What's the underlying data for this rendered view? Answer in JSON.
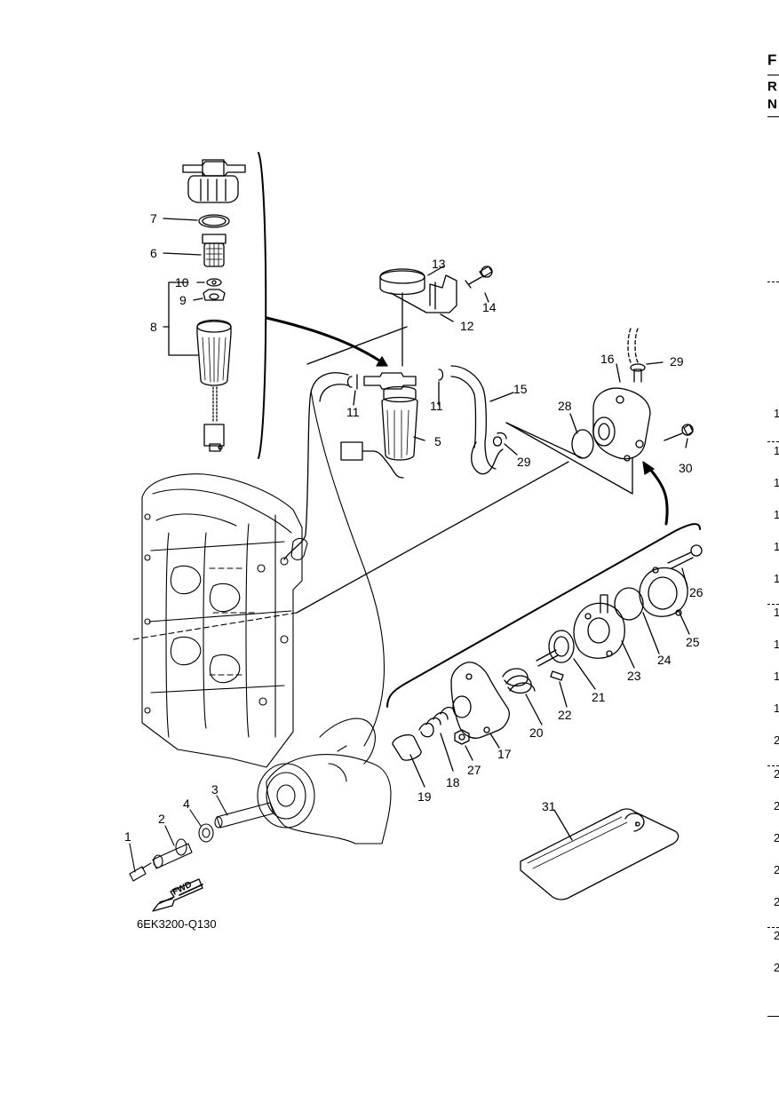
{
  "diagram": {
    "callouts": [
      "1",
      "2",
      "3",
      "4",
      "5",
      "6",
      "7",
      "8",
      "9",
      "10",
      "11",
      "11",
      "12",
      "13",
      "14",
      "15",
      "16",
      "17",
      "18",
      "19",
      "20",
      "21",
      "22",
      "23",
      "24",
      "25",
      "26",
      "27",
      "28",
      "29",
      "29",
      "30",
      "31"
    ],
    "drawing_code": "6EK3200-Q130",
    "fwd_label": "FWD"
  },
  "right_edge": {
    "header_letters": [
      "F",
      "R",
      "N"
    ],
    "row_numbers": [
      "1",
      "1",
      "1",
      "1",
      "1",
      "1",
      "1",
      "1",
      "1",
      "1",
      "2",
      "2",
      "2",
      "2",
      "2",
      "2",
      "2",
      "2"
    ]
  }
}
